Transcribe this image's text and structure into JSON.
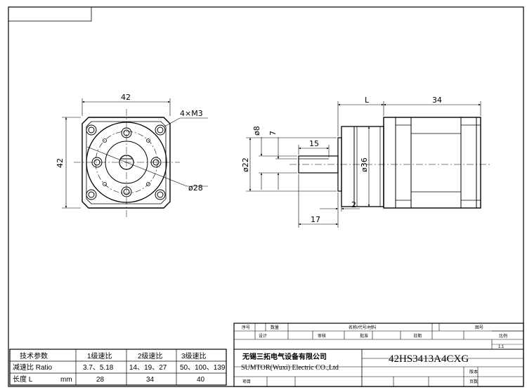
{
  "dims": {
    "flange_width": "42",
    "flange_height": "42",
    "screw_holes": "4×M3",
    "pcd": "ø28",
    "length_L": "L",
    "motor_length": "34",
    "shaft_dia": "ø8",
    "flat_depth": "7",
    "key_length": "15",
    "pilot_dia": "ø22",
    "body_dia": "ø36",
    "pilot_depth": "2",
    "shaft_length": "17"
  },
  "title_block": {
    "col_seq": "序号",
    "col_qty": "数量",
    "col_name": "名称/代号/材料",
    "col_drawing": "图号",
    "design": "设计",
    "check": "审核",
    "approve": "批准",
    "date": "日期",
    "scale_label": "比例",
    "scale_value": "1:1",
    "company_cn": "无锡三拓电气设备有限公司",
    "company_en": "SUMTOR(Wuxi) Electric CO.,Ltd",
    "part_number": "42HS3413A4CXG",
    "version": "版本",
    "project": "项目",
    "pages": "页数"
  },
  "spec_table": {
    "headers": [
      "技术参数",
      "1级速比",
      "2级速比",
      "3级速比"
    ],
    "rows": [
      {
        "label": "减速比 Ratio",
        "values": [
          "3.7、5.18",
          "14、19、27",
          "50、100、139"
        ]
      },
      {
        "label": "长度 L",
        "unit": "mm",
        "values": [
          "28",
          "34",
          "40"
        ]
      }
    ]
  }
}
